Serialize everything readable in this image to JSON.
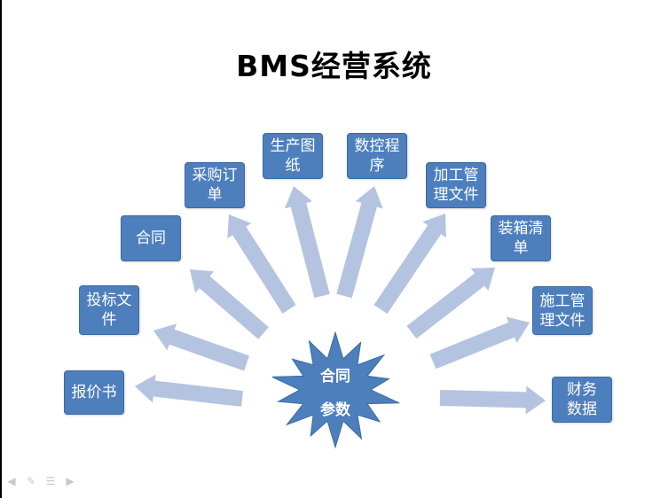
{
  "slide": {
    "title": "BMS经营系统",
    "hub": {
      "line1": "合同",
      "line2": "参数"
    },
    "nodes": [
      {
        "id": "quote",
        "label": "报价书"
      },
      {
        "id": "bid",
        "label": "投标文\n件"
      },
      {
        "id": "contract",
        "label": "合同"
      },
      {
        "id": "purchase",
        "label": "采购订\n单"
      },
      {
        "id": "drawing",
        "label": "生产图\n纸"
      },
      {
        "id": "nc",
        "label": "数控程\n序"
      },
      {
        "id": "process",
        "label": "加工管\n理文件"
      },
      {
        "id": "packing",
        "label": "装箱清\n单"
      },
      {
        "id": "construction",
        "label": "施工管\n理文件"
      },
      {
        "id": "finance",
        "label": "财务\n数据"
      }
    ]
  },
  "colors": {
    "node_fill": "#4e7fbd",
    "arrow_fill": "#b4c3e0",
    "hub_fill": "#4e7fbd"
  },
  "nav_icons": [
    "back-icon",
    "pen-icon",
    "menu-icon",
    "forward-icon"
  ]
}
